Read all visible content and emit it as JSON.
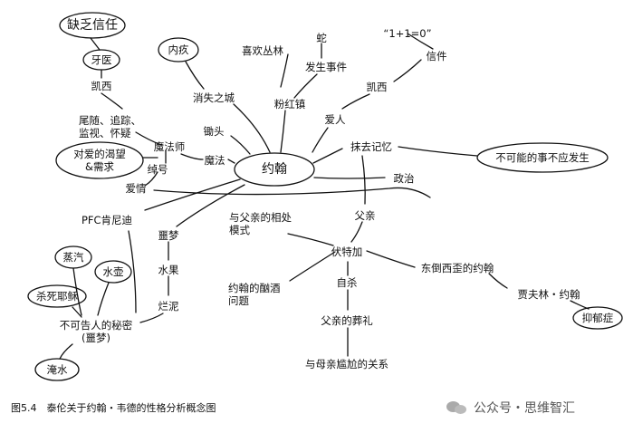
{
  "diagram": {
    "nodes": {
      "n_xuefa": "缺乏信任",
      "n_yayi": "牙医",
      "n_kaixi1": "凯西",
      "n_weisui": "尾随、追踪、\n监视、怀疑",
      "n_kewang": "对爱的渴望\n&需求",
      "n_neijiu": "内疚",
      "n_xiaoshi": "消失之城",
      "n_chutou": "锄头",
      "n_mofashi": "魔法师",
      "n_chuohao": "绰号",
      "n_mofa": "魔法",
      "n_aiqing": "爱情",
      "n_xihuan": "喜欢丛林",
      "n_she": "蛇",
      "n_fasheng": "发生事件",
      "n_fenhong": "粉红镇",
      "n_yijiayi": "“1+1=0”",
      "n_xinjian": "信件",
      "n_kaixi2": "凯西",
      "n_airen": "爱人",
      "n_mojie": "抹去记忆",
      "n_bukeneng": "不可能的事不应发生",
      "n_yuehan": "约翰",
      "n_zhengzhi": "政治",
      "n_pfc": "PFC肯尼迪",
      "n_fuqin": "父亲",
      "n_xiangchu": "与父亲的相处\n模式",
      "n_emeng1": "噩梦",
      "n_shuiguo": "水果",
      "n_lanni": "烂泥",
      "n_futejia": "伏特加",
      "n_dongdao": "东倒西歪的约翰",
      "n_zhengqi": "蒸汽",
      "n_shuihu": "水壶",
      "n_shasi": "杀死耶稣",
      "n_xujiu": "约翰的酗酒\n问题",
      "n_zisha": "自杀",
      "n_jiafu": "贾夫林・约翰",
      "n_yiyu": "抑郁症",
      "n_mimi": "不可告人的秘密\n(噩梦)",
      "n_zangli": "父亲的葬礼",
      "n_yanshui": "淹水",
      "n_mugan": "与母亲尴尬的关系"
    }
  },
  "caption": "图5.4　泰伦关于约翰・韦德的性格分析概念图",
  "watermark": {
    "icon": "wechat-icon",
    "text": "公众号・思维智汇"
  }
}
